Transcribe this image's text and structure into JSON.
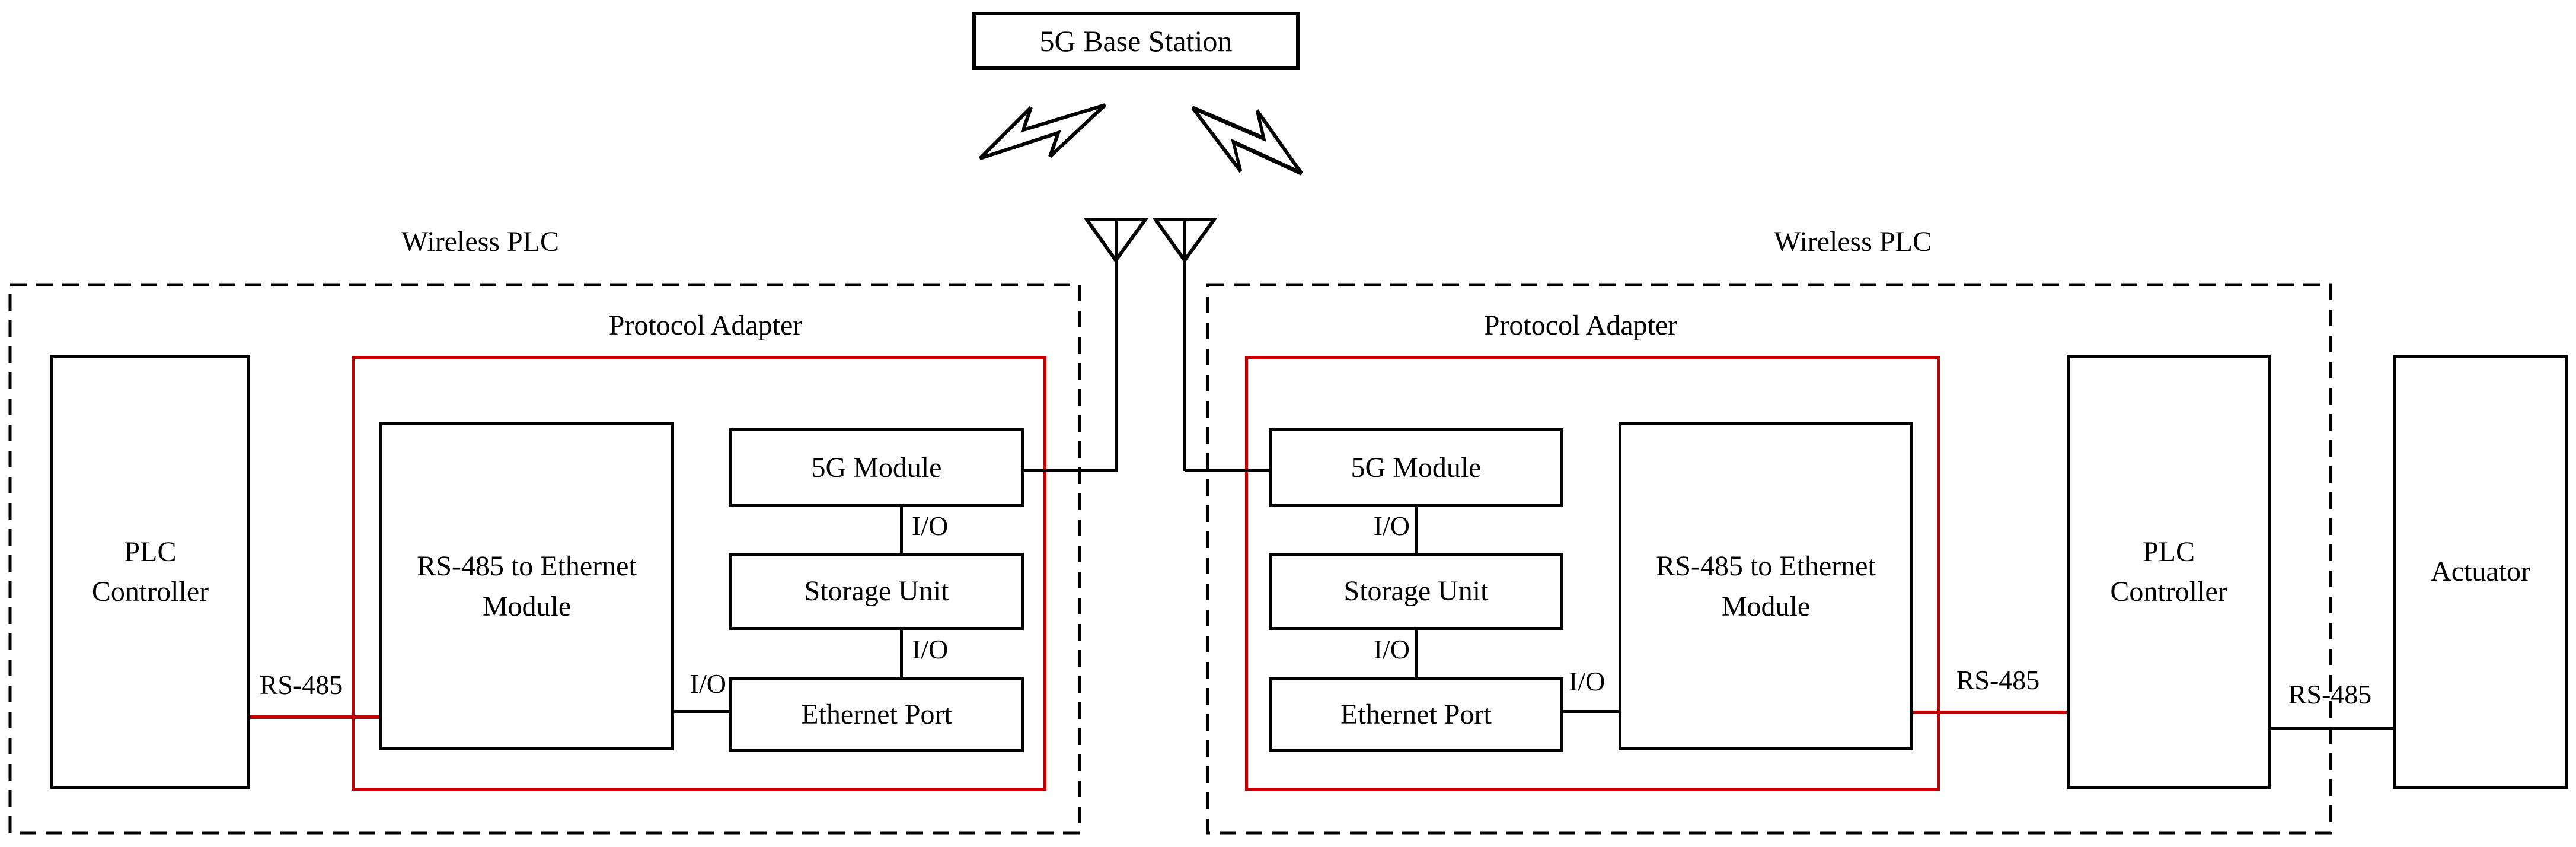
{
  "colors": {
    "accent_red": "#C00000",
    "line_black": "#000000",
    "background": "#FFFFFF"
  },
  "base_station": {
    "label": "5G Base Station"
  },
  "left_plc": {
    "frame_title": "Wireless PLC",
    "plc_controller_label": "PLC\nController",
    "rs485_bus_label": "RS-485",
    "protocol_adapter": {
      "title": "Protocol Adapter",
      "rs485_ethernet_module_label": "RS-485 to Ethernet\nModule",
      "g5_module_label": "5G Module",
      "storage_unit_label": "Storage Unit",
      "ethernet_port_label": "Ethernet Port",
      "io_labels": [
        "I/O",
        "I/O",
        "I/O"
      ]
    }
  },
  "right_plc": {
    "frame_title": "Wireless PLC",
    "plc_controller_label": "PLC\nController",
    "rs485_bus_label": "RS-485",
    "protocol_adapter": {
      "title": "Protocol Adapter",
      "rs485_ethernet_module_label": "RS-485 to Ethernet\nModule",
      "g5_module_label": "5G Module",
      "storage_unit_label": "Storage Unit",
      "ethernet_port_label": "Ethernet Port",
      "io_labels": [
        "I/O",
        "I/O",
        "I/O"
      ]
    }
  },
  "actuator": {
    "label": "Actuator",
    "rs485_bus_label": "RS-485"
  }
}
